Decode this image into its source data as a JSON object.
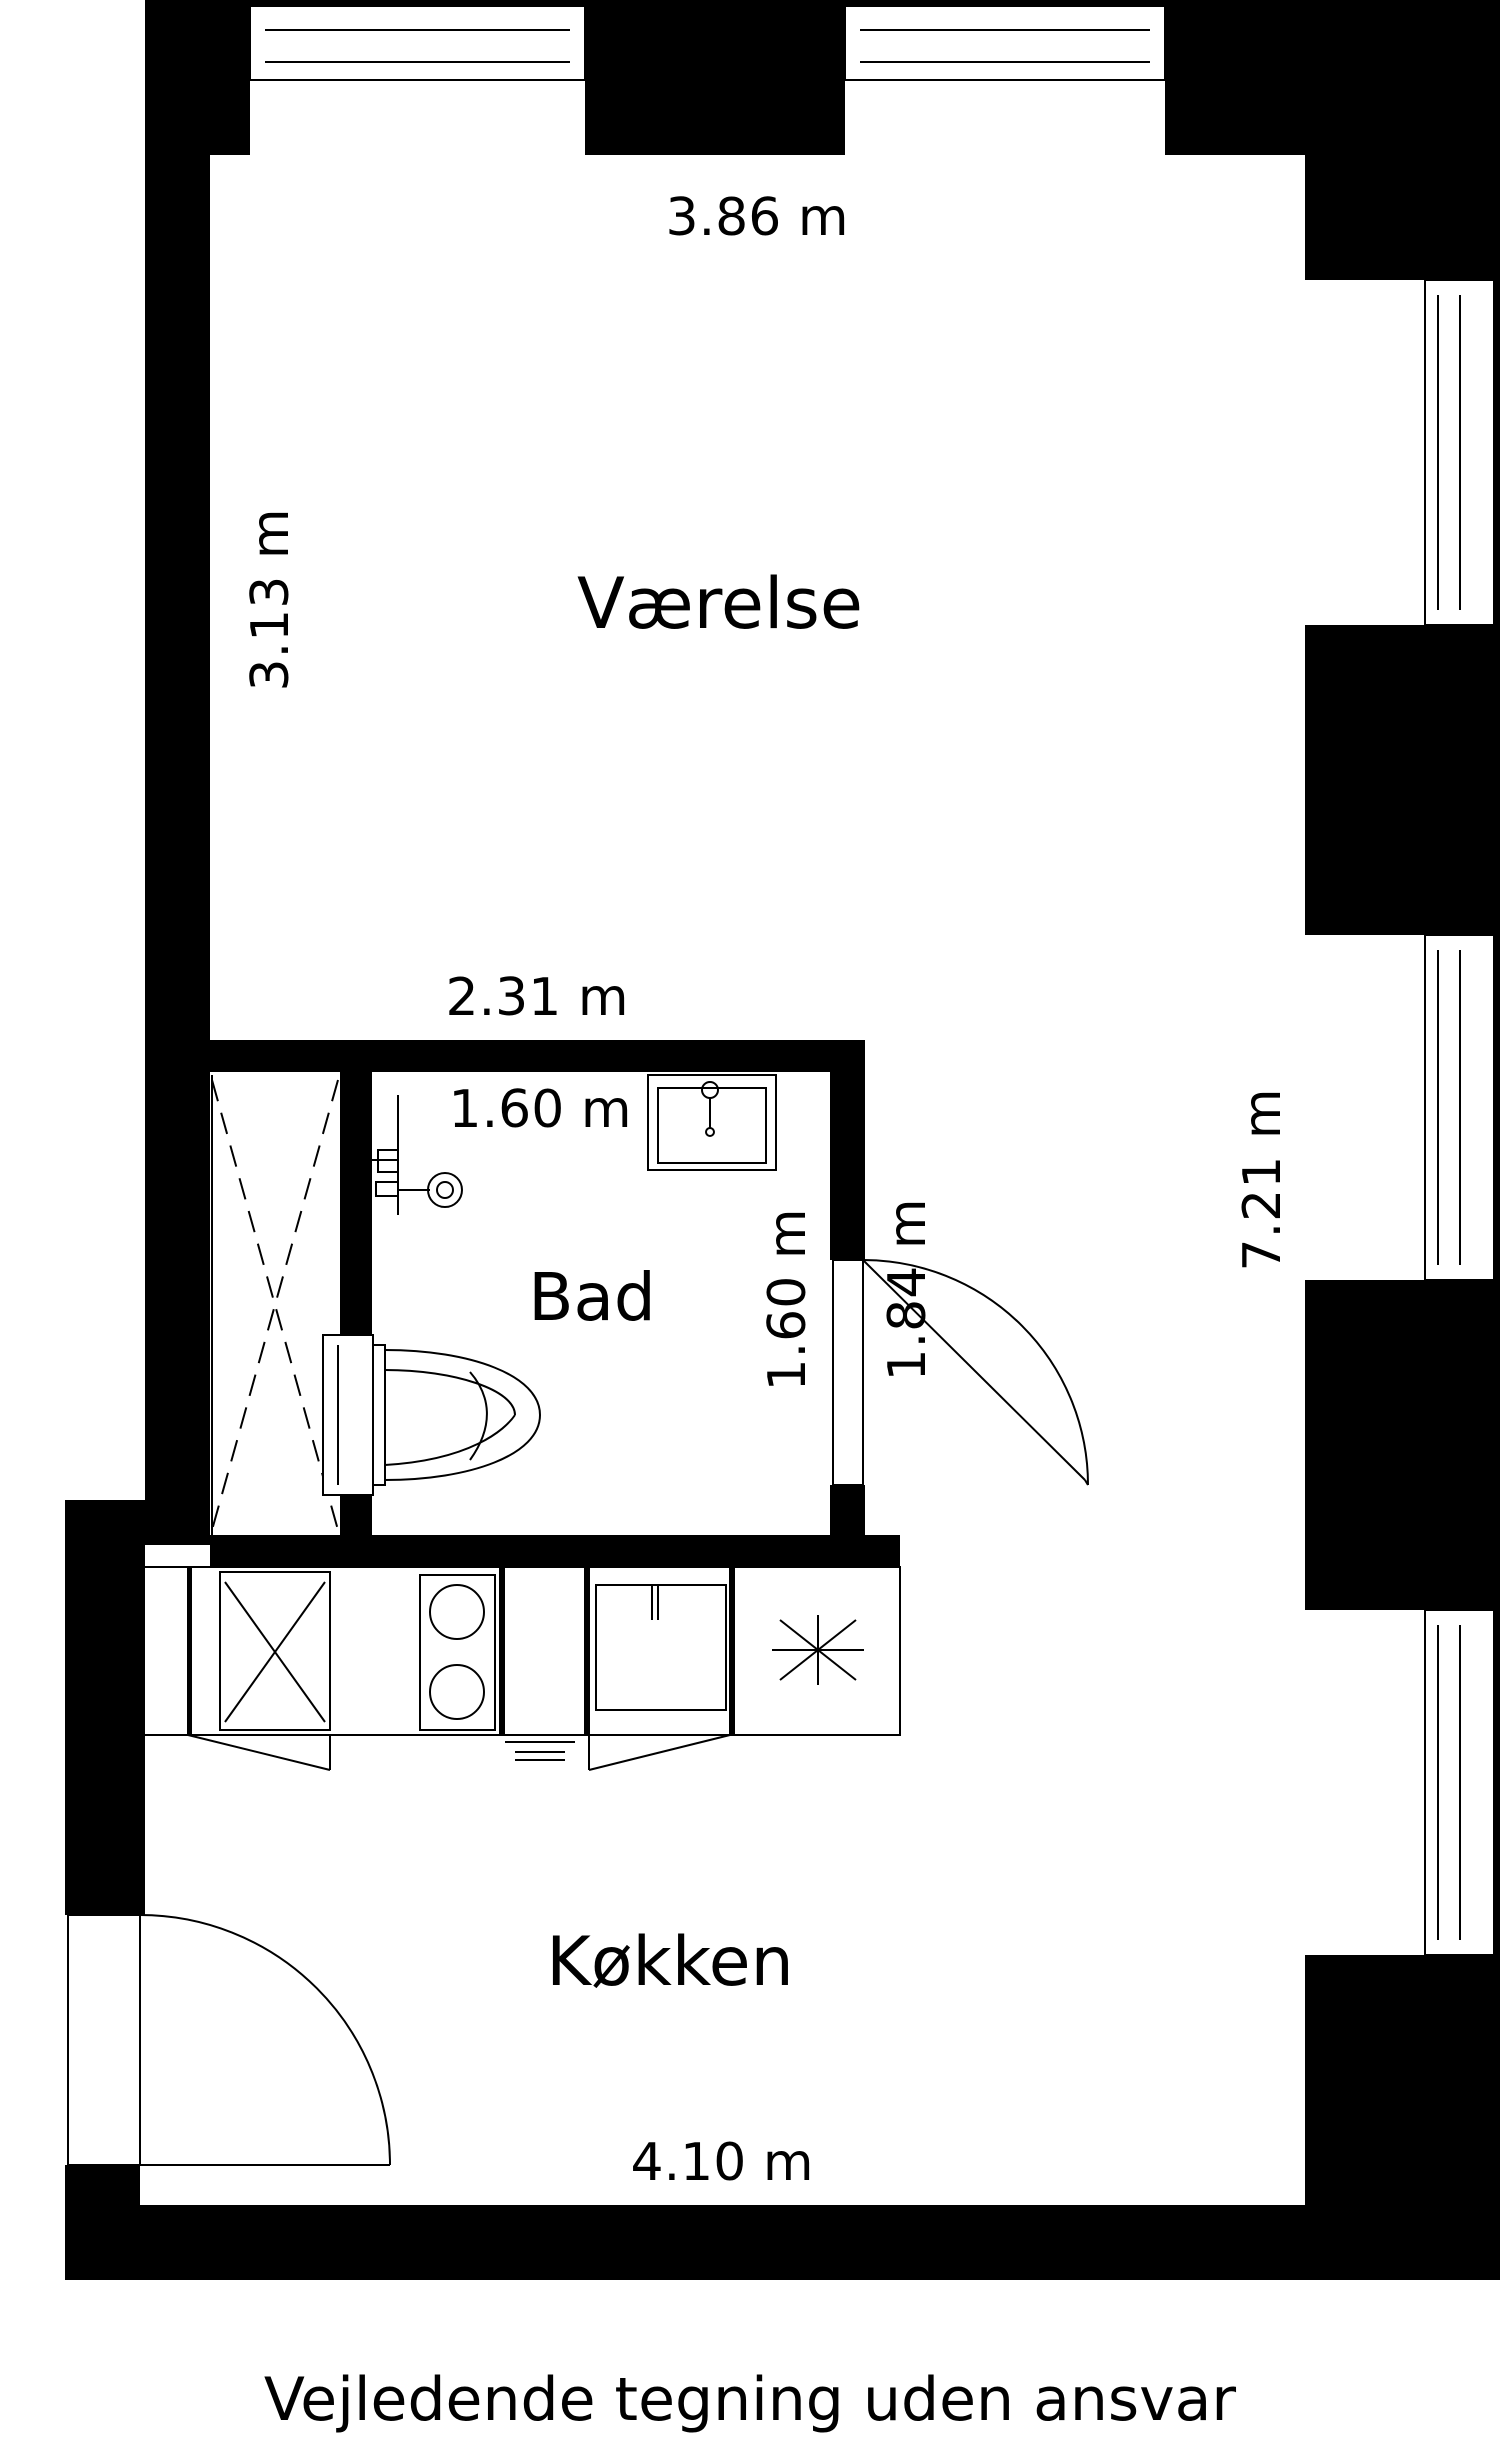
{
  "rooms": {
    "vaerelse": "Værelse",
    "bad": "Bad",
    "kokken": "Køkken"
  },
  "dimensions": {
    "vaerelse_width": "3.86 m",
    "vaerelse_depth": "3.13 m",
    "vaerelse_bottom_wall": "2.31 m",
    "total_length": "7.21 m",
    "bad_width": "1.60 m",
    "bad_depth": "1.60 m",
    "bad_outer": "1.84 m",
    "kokken_width": "4.10 m"
  },
  "caption": "Vejledende tegning uden ansvar",
  "colors": {
    "wall": "#000000",
    "background": "#ffffff"
  }
}
